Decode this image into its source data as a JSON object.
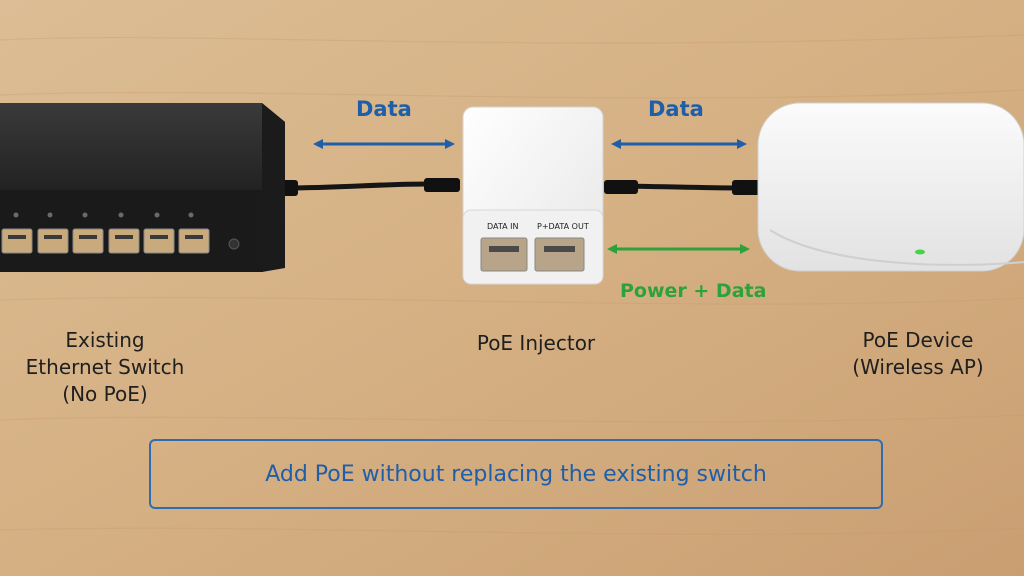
{
  "colors": {
    "data_arrow": "#1f5ea8",
    "power_arrow": "#2ea23a",
    "banner_border": "#2f6db3",
    "table": "#d8b58a",
    "status_led": "#44d44a"
  },
  "arrows": {
    "data_left": "Data",
    "data_right": "Data",
    "power_data": "Power + Data"
  },
  "injector": {
    "port_in": "DATA IN",
    "port_out": "P+DATA OUT"
  },
  "labels": {
    "switch": [
      "Existing",
      "Ethernet Switch",
      "(No PoE)"
    ],
    "injector": "PoE Injector",
    "device": [
      "PoE Device",
      "(Wireless AP)"
    ]
  },
  "banner": "Add PoE without replacing the existing switch"
}
